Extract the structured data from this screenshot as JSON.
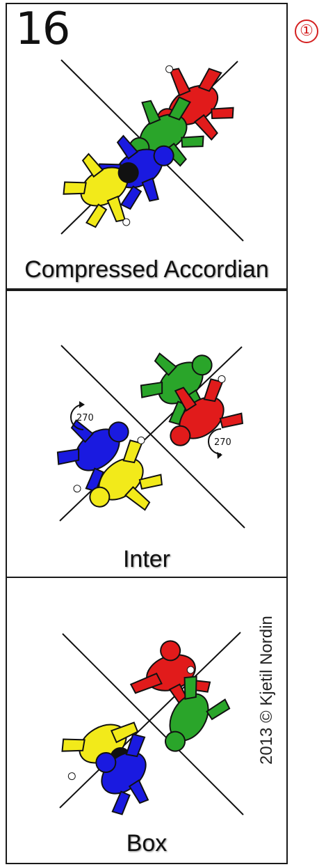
{
  "card": {
    "number": "16",
    "marker": "①"
  },
  "panels": [
    {
      "caption": "Compressed Accordian"
    },
    {
      "caption": "Inter",
      "rotation_left": "270",
      "rotation_right": "270"
    },
    {
      "caption": "Box"
    }
  ],
  "copyright": "2013 © Kjetil Nordin",
  "colors": {
    "red": "#e11b1b",
    "green": "#2aa52a",
    "blue": "#1a1ae0",
    "yellow": "#f2ea1a",
    "skin": "#7a4a22",
    "marker": "#d42020"
  }
}
